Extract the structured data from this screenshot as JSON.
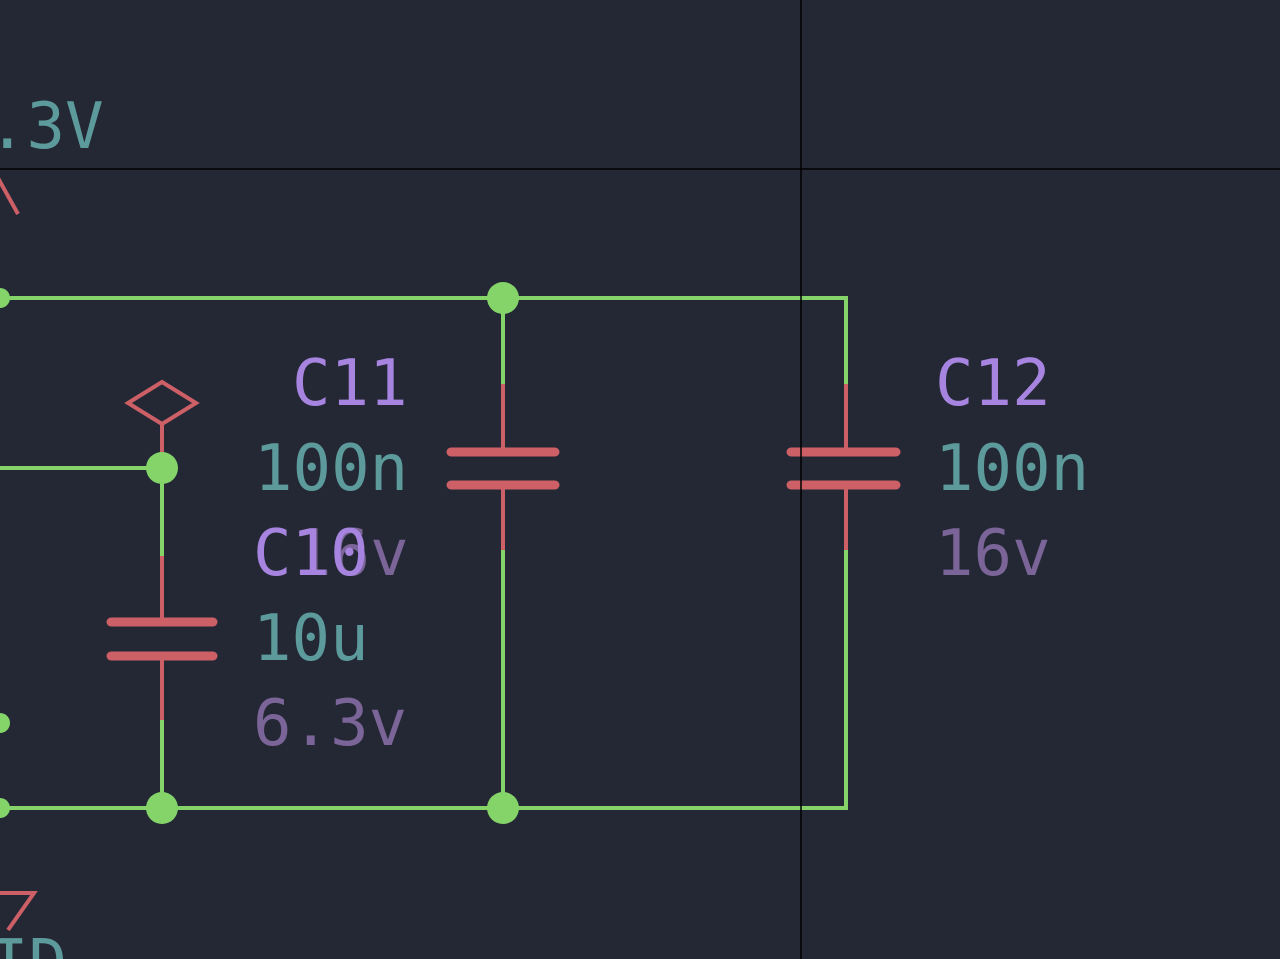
{
  "colors": {
    "background": "#232834",
    "wire": "#84d46a",
    "component": "#cd5f67",
    "reference": "#a784e0",
    "value": "#5c9a9c",
    "rating": "#7b6497",
    "cursor": "#000000"
  },
  "net_labels": {
    "power": ".3V",
    "ground": "ID"
  },
  "components": {
    "c10": {
      "ref": "C10",
      "value": "10u",
      "rating": "6.3v"
    },
    "c11": {
      "ref": "C11",
      "value": "100n",
      "rating": "16v"
    },
    "c12": {
      "ref": "C12",
      "value": "100n",
      "rating": "16v"
    }
  }
}
